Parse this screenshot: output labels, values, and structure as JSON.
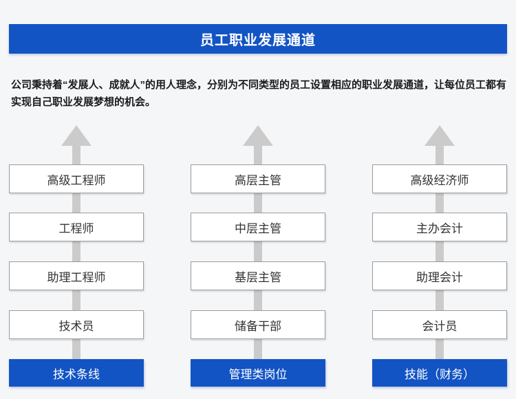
{
  "page": {
    "title": "员工职业发展通道",
    "description": "公司秉持着“发展人、成就人”的用人理念，分别为不同类型的员工设置相应的职业发展通道，让每位员工都有实现自己职业发展梦想的机会。"
  },
  "colors": {
    "primary_blue": "#1354c4",
    "arrow_gray": "#cbcbcb",
    "background": "#f5f6f8",
    "box_border": "#9b9b9b",
    "box_text": "#333333"
  },
  "ladders": [
    {
      "category": "技术条线",
      "levels": [
        "高级工程师",
        "工程师",
        "助理工程师",
        "技术员"
      ]
    },
    {
      "category": "管理类岗位",
      "levels": [
        "高层主管",
        "中层主管",
        "基层主管",
        "储备干部"
      ]
    },
    {
      "category": "技能（财务）",
      "levels": [
        "高级经济师",
        "主办会计",
        "助理会计",
        "会计员"
      ]
    }
  ]
}
